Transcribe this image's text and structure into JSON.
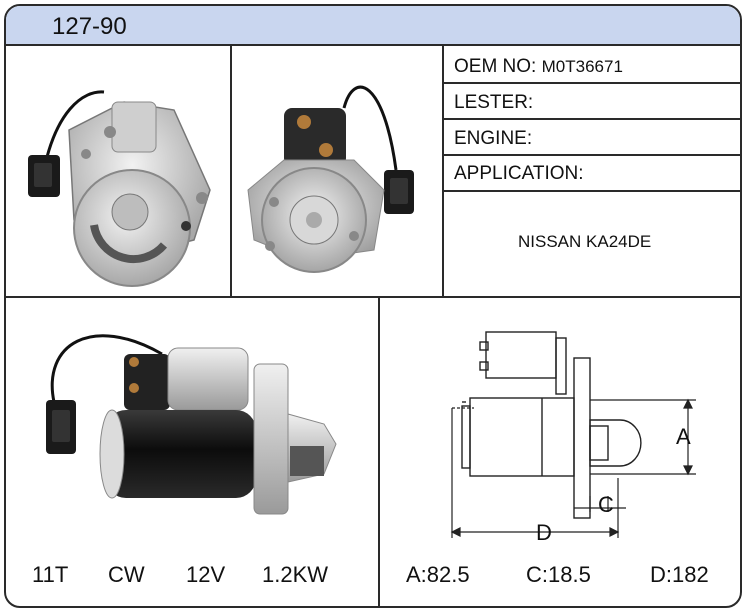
{
  "part_number": "127-90",
  "info": {
    "oem_label": "OEM NO:",
    "oem_value": "M0T36671",
    "lester_label": "LESTER:",
    "engine_label": "ENGINE:",
    "application_label": "APPLICATION:",
    "application_value": "NISSAN KA24DE"
  },
  "specs": {
    "teeth": "11T",
    "rotation": "CW",
    "voltage": "12V",
    "power": "1.2KW"
  },
  "dimensions": {
    "a_label": "A",
    "c_label": "C",
    "d_label": "D",
    "a_value": "A:82.5",
    "c_value": "C:18.5",
    "d_value": "D:182"
  },
  "colors": {
    "header_bg": "#c9d6ef",
    "border": "#2a2a2a"
  }
}
